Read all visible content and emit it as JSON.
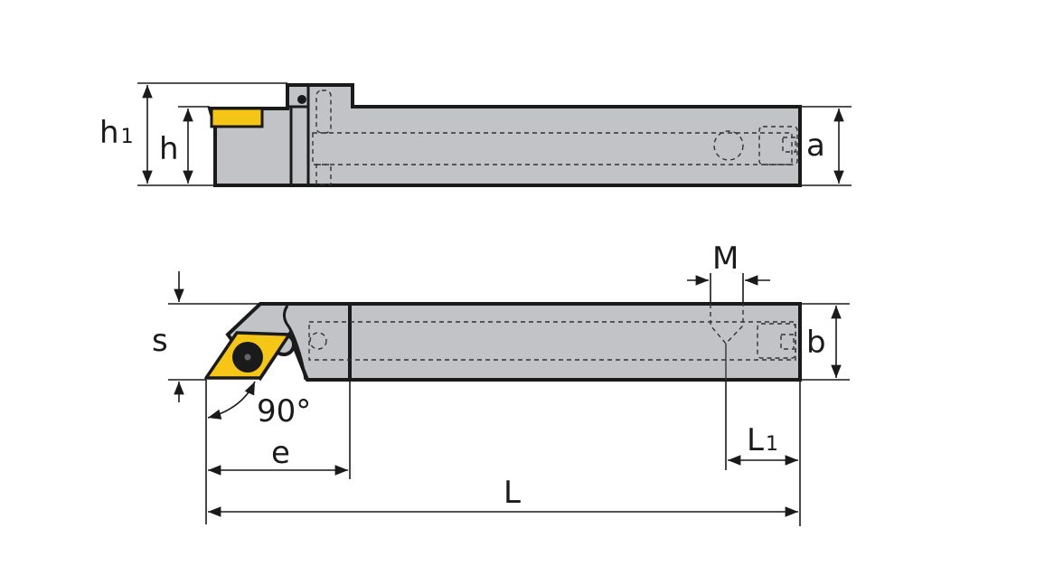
{
  "title": "Toolholder dimension drawing",
  "colors": {
    "body": "#c1c3c7",
    "insert": "#f5c518",
    "outline": "#1a1a1a"
  },
  "labels": {
    "h1": "h",
    "h1_sub": "1",
    "h": "h",
    "a": "a",
    "s": "s",
    "b": "b",
    "M": "M",
    "L1": "L",
    "L1_sub": "1",
    "e": "e",
    "L": "L",
    "angle": "90°"
  }
}
